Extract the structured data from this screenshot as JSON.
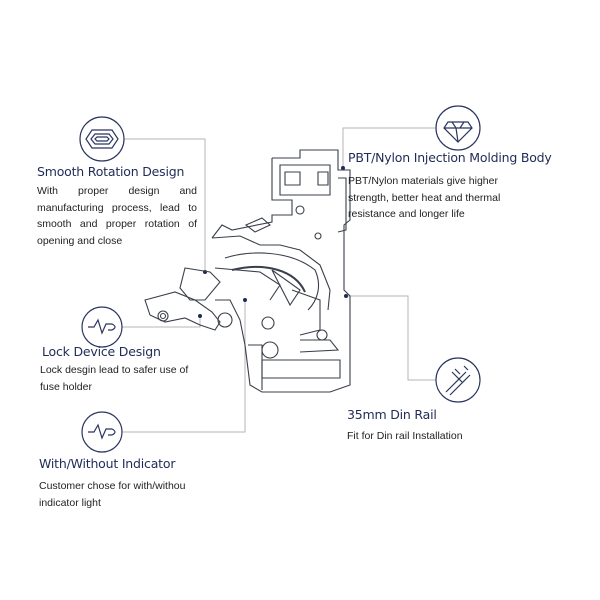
{
  "features": [
    {
      "id": "smooth-rotation",
      "icon": "hexagon-rotation-icon",
      "title": "Smooth Rotation Design",
      "text": "With proper design and manufacturing process, lead to smooth and proper rotation of opening and close"
    },
    {
      "id": "pbt-nylon",
      "icon": "diamond-icon",
      "title": "PBT/Nylon Injection Molding Body",
      "text": "PBT/Nylon materials give higher strength, better heat and thermal resistance and longer life"
    },
    {
      "id": "lock-device",
      "icon": "signal-wave-icon",
      "title": "Lock Device Design",
      "text": "Lock desgin lead to safer use of fuse holder"
    },
    {
      "id": "indicator",
      "icon": "signal-wave-icon",
      "title": "With/Without Indicator",
      "text": "Customer chose for with/withou indicator light"
    },
    {
      "id": "din-rail",
      "icon": "din-rail-icon",
      "title": "35mm Din Rail",
      "text": "Fit for Din rail Installation"
    }
  ],
  "colors": {
    "title": "#1f2b57",
    "icon": "#2a3560",
    "leader": "#b5b5b5",
    "drawing": "#3a3f4a"
  }
}
